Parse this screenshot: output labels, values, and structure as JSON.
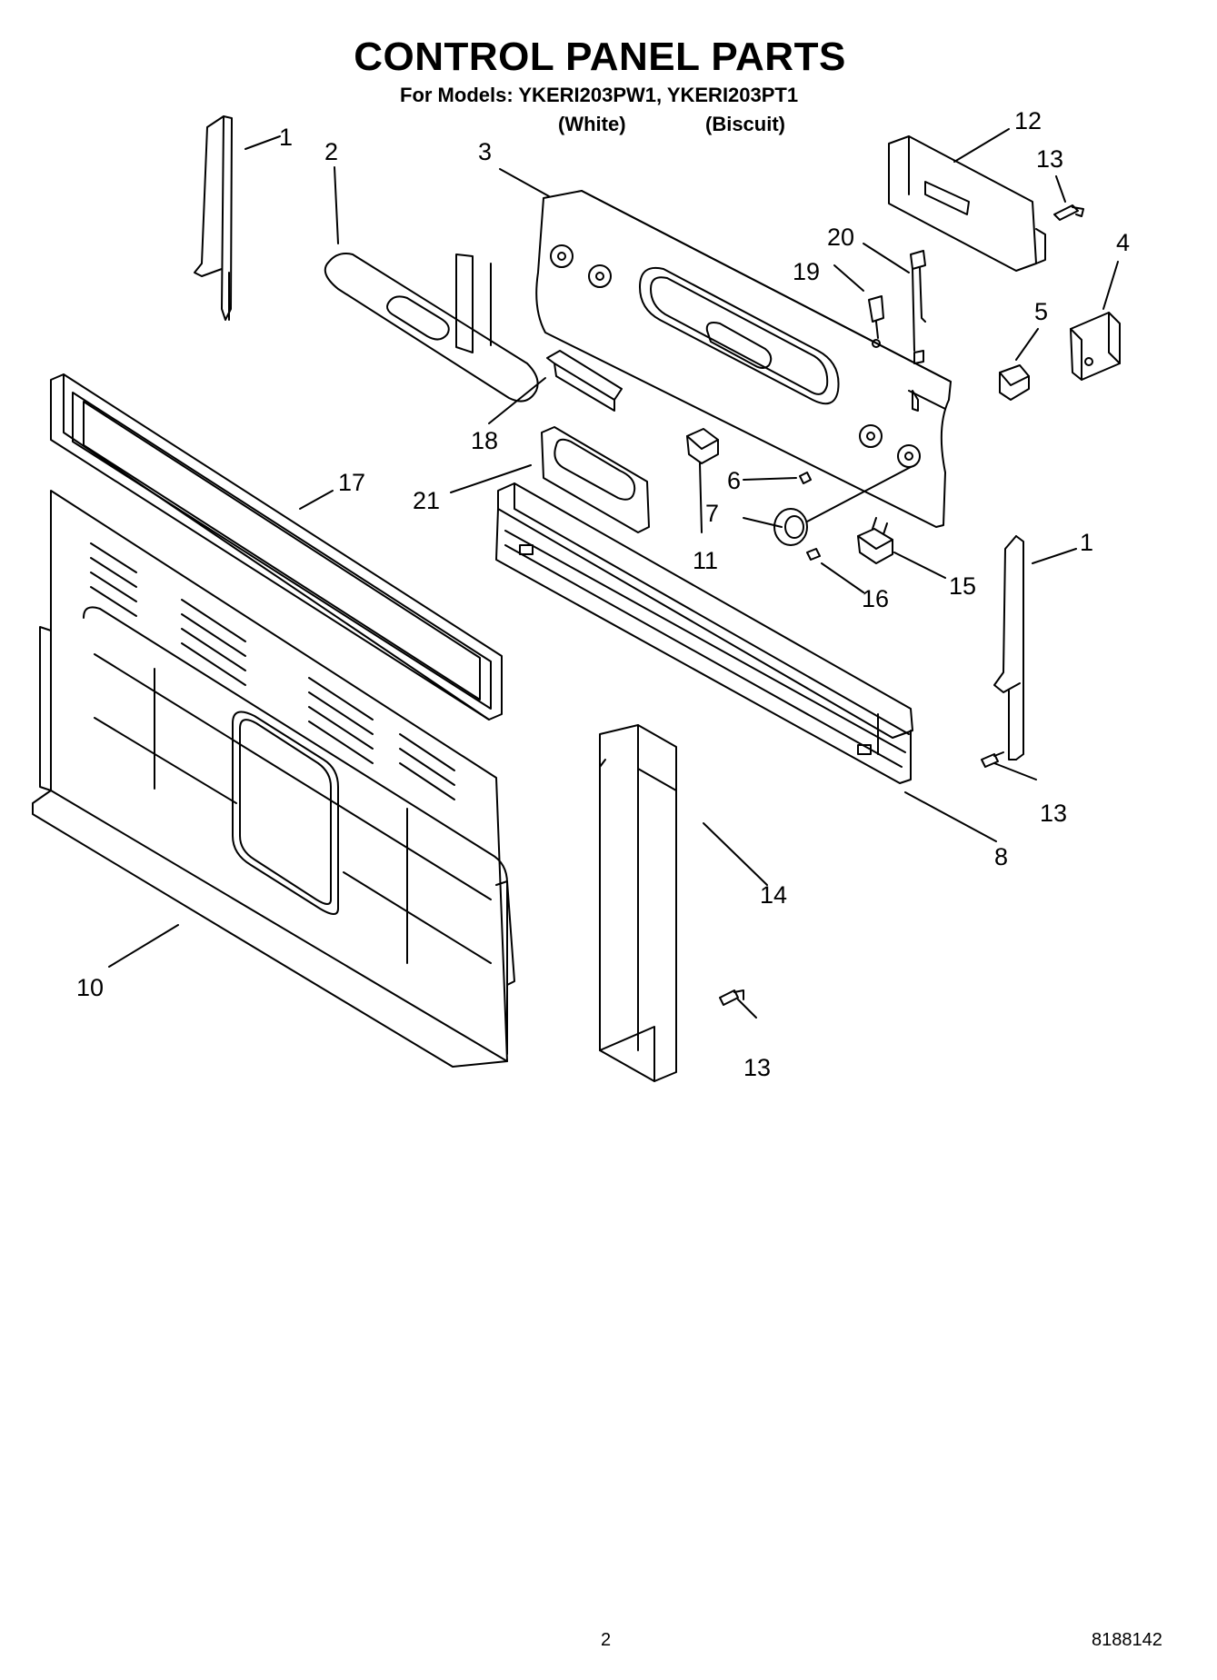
{
  "header": {
    "title": "CONTROL PANEL PARTS",
    "models_line": "For Models: YKERI203PW1, YKERI203PT1",
    "color_white": "(White)",
    "color_biscuit": "(Biscuit)"
  },
  "callouts": [
    "1",
    "2",
    "3",
    "12",
    "13",
    "20",
    "19",
    "4",
    "5",
    "18",
    "6",
    "7",
    "21",
    "11",
    "1",
    "15",
    "16",
    "17",
    "13",
    "8",
    "14",
    "10",
    "13"
  ],
  "footer": {
    "page_number": "2",
    "document_number": "8188142"
  }
}
